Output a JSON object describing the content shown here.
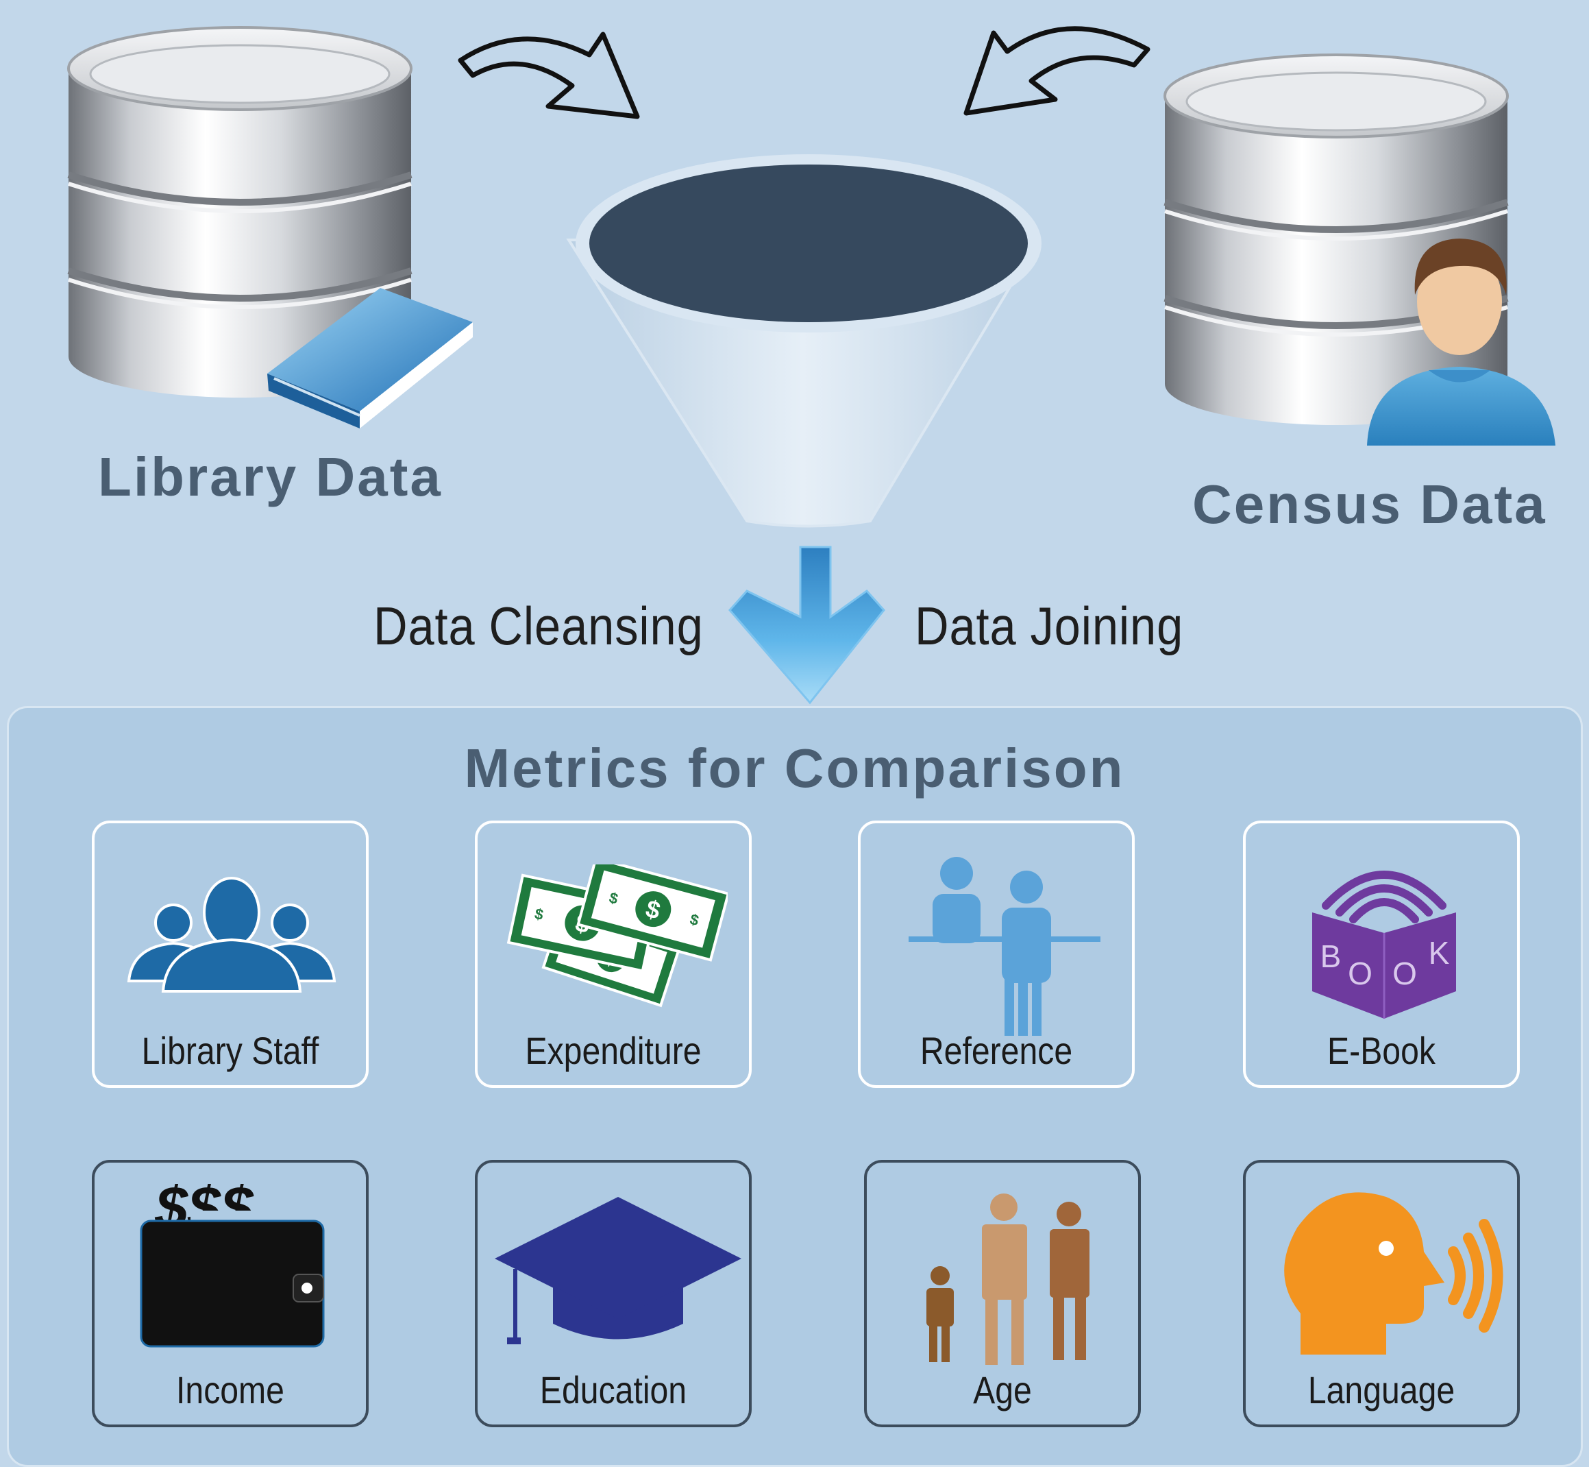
{
  "sources": {
    "library_label": "Library Data",
    "census_label": "Census Data"
  },
  "process": {
    "left_label": "Data Cleansing",
    "right_label": "Data Joining"
  },
  "metrics": {
    "title": "Metrics for Comparison",
    "items": [
      {
        "label": "Library Staff",
        "icon": "people-group-icon"
      },
      {
        "label": "Expenditure",
        "icon": "money-bills-icon"
      },
      {
        "label": "Reference",
        "icon": "reference-desk-icon"
      },
      {
        "label": "E-Book",
        "icon": "ebook-icon"
      },
      {
        "label": "Income",
        "icon": "wallet-icon"
      },
      {
        "label": "Education",
        "icon": "graduation-cap-icon"
      },
      {
        "label": "Age",
        "icon": "age-family-icon"
      },
      {
        "label": "Language",
        "icon": "speaking-head-icon"
      }
    ],
    "income_icon_text": "$$$",
    "ebook_icon_letters": [
      "B",
      "O",
      "O",
      "K"
    ]
  },
  "colors": {
    "background": "#c2d7ea",
    "panel": "#afcbe3",
    "label_text": "#4a5e72",
    "funnel_mouth": "#36495e",
    "arrow_blue": "#4aa4dc",
    "staff_blue": "#1e6aa6",
    "money_green": "#1f7a3e",
    "reference_blue": "#5ba3d9",
    "ebook_purple": "#6e3a9e",
    "education_navy": "#2c3590",
    "language_orange": "#f3941f"
  }
}
